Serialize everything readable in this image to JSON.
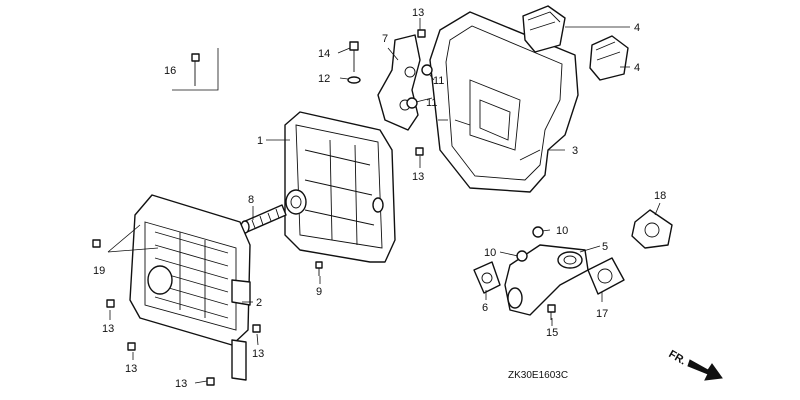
{
  "callouts": {
    "c1": "1",
    "c2": "2",
    "c3": "3",
    "c4a": "4",
    "c4b": "4",
    "c5": "5",
    "c6": "6",
    "c7": "7",
    "c8": "8",
    "c9": "9",
    "c10a": "10",
    "c10b": "10",
    "c11a": "11",
    "c11b": "11",
    "c12": "12",
    "c13a": "13",
    "c13b": "13",
    "c13c": "13",
    "c13d": "13",
    "c13e": "13",
    "c13f": "13",
    "c14": "14",
    "c15": "15",
    "c16": "16",
    "c17": "17",
    "c18": "18",
    "c19": "19"
  },
  "front_indicator": "FR.",
  "diagram_code": "ZK30E1603C"
}
